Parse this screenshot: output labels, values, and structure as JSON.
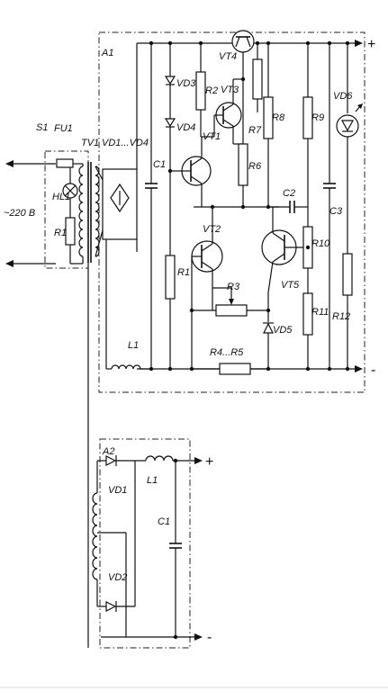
{
  "diagram": {
    "mains_label": "~220 В",
    "a1": {
      "block": "A1",
      "switch": "S1",
      "fuse": "FU1",
      "lamp": "HL1",
      "lamp_resistor": "R1",
      "transformer": "TV1",
      "bridge": "VD1...VD4",
      "c1": "C1",
      "c2": "C2",
      "c3": "C3",
      "vd3": "VD3",
      "vd4": "VD4",
      "vd5": "VD5",
      "vd6": "VD6",
      "r1": "R1",
      "r2": "R2",
      "r3": "R3",
      "r45": "R4...R5",
      "r6": "R6",
      "r7": "R7",
      "r8": "R8",
      "r9": "R9",
      "r10": "R10",
      "r11": "R11",
      "r12": "R12",
      "vt1": "VT1",
      "vt2": "VT2",
      "vt3": "VT3",
      "vt4": "VT4",
      "vt5": "VT5",
      "l1": "L1",
      "plus": "+",
      "minus": "-"
    },
    "a2": {
      "block": "A2",
      "vd1": "VD1",
      "vd2": "VD2",
      "l1": "L1",
      "c1": "C1",
      "plus": "+",
      "minus": "-"
    }
  }
}
